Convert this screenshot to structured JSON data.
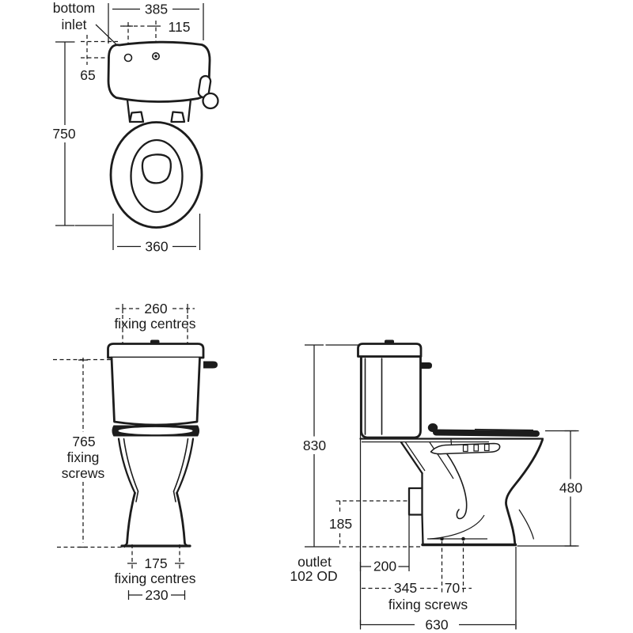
{
  "page": {
    "background_color": "#ffffff",
    "line_color": "#1c1c1c",
    "text_color": "#1b1b1b"
  },
  "views": {
    "front": {
      "inlet_note_line1": "bottom",
      "inlet_note_line2": "inlet",
      "dim_overall_width": "385",
      "dim_inlet_offset": "115",
      "dim_inlet_drop": "65",
      "dim_overall_height": "750",
      "dim_pan_width": "360"
    },
    "front_fixing": {
      "dim_fixing_centres_top": "260",
      "label_fixing_centres_top": "fixing centres",
      "dim_fixing_screws_height": "765",
      "label_fixing_screws_line1": "fixing",
      "label_fixing_screws_line2": "screws",
      "dim_fixing_centres_bottom": "175",
      "label_fixing_centres_bottom": "fixing centres",
      "dim_base_width": "230"
    },
    "side": {
      "dim_overall_height": "830",
      "dim_outlet_height": "185",
      "dim_seat_height": "480",
      "label_outlet_line1": "outlet",
      "label_outlet_line2": "102 OD",
      "dim_outlet_projection": "200",
      "dim_screws_from_wall": "345",
      "dim_screw_spacing": "70",
      "label_fixing_screws": "fixing screws",
      "dim_overall_depth": "630"
    }
  }
}
